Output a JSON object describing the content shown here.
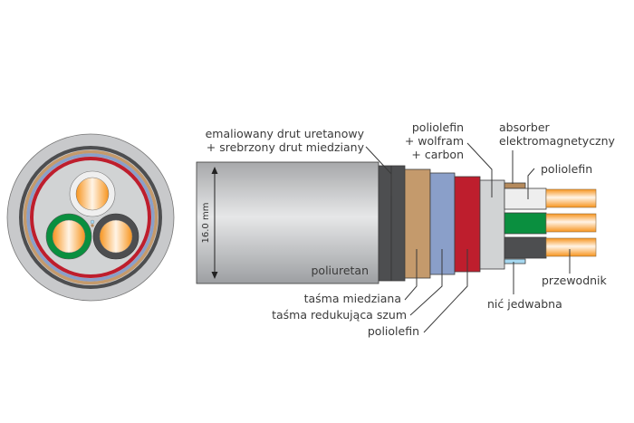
{
  "diagram": {
    "type": "cable-cross-section-and-cutaway",
    "dimension_label": "16.0 mm",
    "labels": {
      "jacket": "poliuretan",
      "enamel_wire_line1": "emaliowany drut uretanowy",
      "enamel_wire_line2": "+ srebrzony drut miedziany",
      "copper_tape": "taśma miedziana",
      "noise_tape": "taśma redukująca szum",
      "polyolefin_outer": "poliolefin",
      "polyolefin_tungsten_line1": "poliolefin",
      "polyolefin_tungsten_line2": "+ wolfram",
      "polyolefin_tungsten_line3": "+ carbon",
      "absorber_line1": "absorber",
      "absorber_line2": "elektromagnetyczny",
      "polyolefin_insulation": "poliolefin",
      "conductor": "przewodnik",
      "silk_thread": "nić jedwabna"
    },
    "colors": {
      "jacket": "#b4b5b7",
      "enamel_wire_layer": "#4d4e50",
      "copper_tape": "#c49a6c",
      "noise_tape": "#8a9fc9",
      "polyolefin_red": "#be1e2d",
      "polyolefin_tungsten": "#d1d3d4",
      "absorber": "#b58a5c",
      "insulation_white": "#eeeeee",
      "insulation_green": "#0a8f3f",
      "insulation_black": "#4d4e50",
      "conductor": "#f7941d",
      "silk_thread": "#a6d8f0"
    }
  }
}
